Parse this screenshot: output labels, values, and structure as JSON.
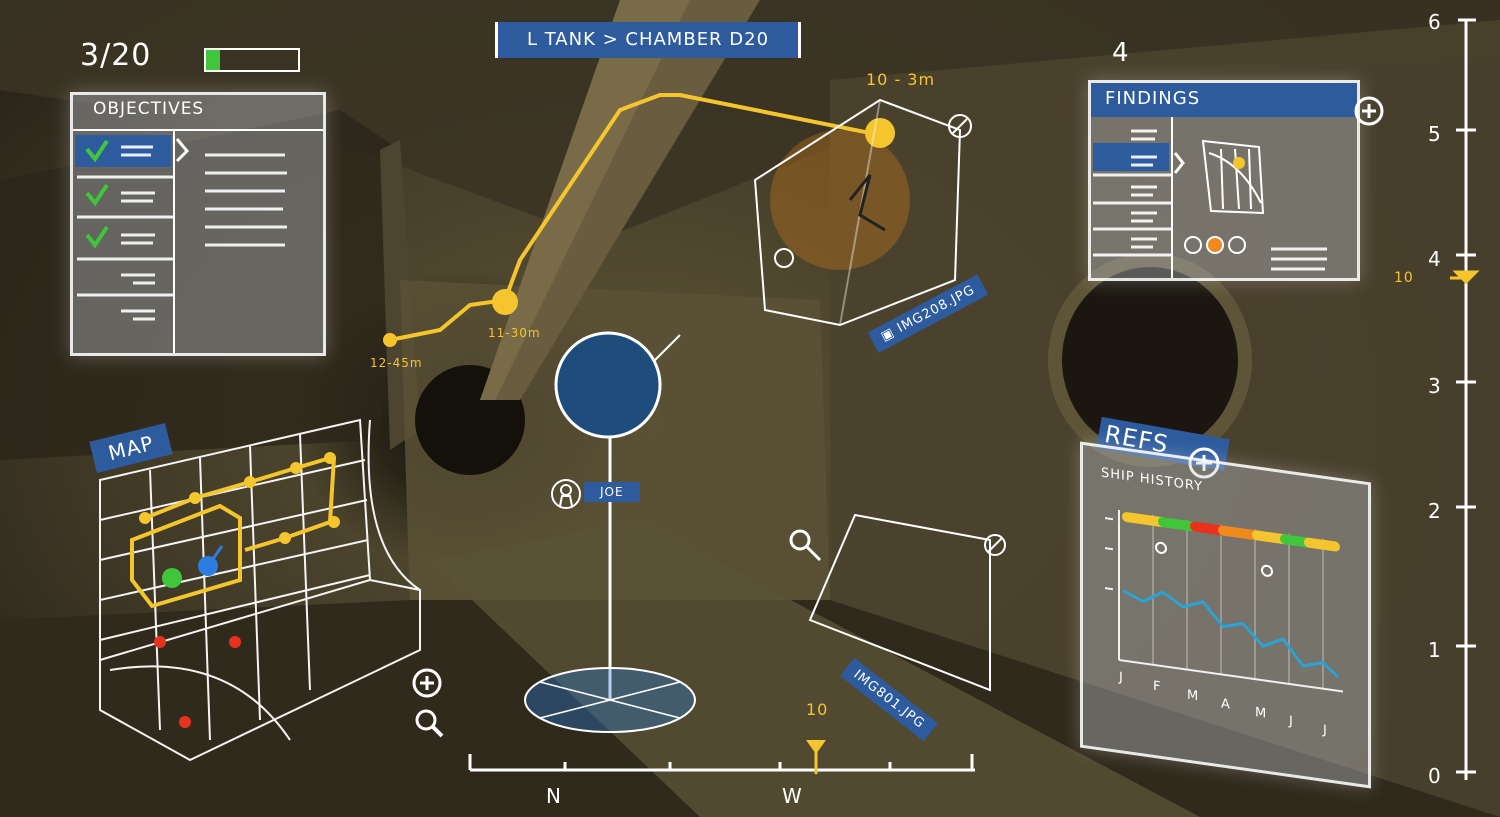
{
  "breadcrumb": {
    "text": "L TANK > CHAMBER  D20"
  },
  "progress": {
    "label": "3/20",
    "fraction": 0.15,
    "color": "#3fc63a"
  },
  "objectives": {
    "title": "OBJECTIVES",
    "checked": [
      true,
      true,
      true,
      false,
      false
    ]
  },
  "findings": {
    "title": "FINDINGS",
    "count": "4"
  },
  "map": {
    "label": "MAP"
  },
  "refs": {
    "label": "REFS",
    "chart_title": "SHIP HISTORY",
    "months": [
      "J",
      "F",
      "M",
      "A",
      "M",
      "J",
      "J"
    ]
  },
  "path": {
    "labels": [
      "12-45m",
      "11-30m",
      "10 - 3m"
    ]
  },
  "player": {
    "name": "JOE"
  },
  "photos": {
    "top": "IMG208.JPG",
    "bottom": "IMG801.JPG"
  },
  "compass": {
    "labels": [
      "N",
      "W"
    ],
    "marker": "10"
  },
  "depth": {
    "ticks": [
      "6",
      "5",
      "4",
      "3",
      "2",
      "1",
      "0"
    ],
    "marker": "10"
  },
  "colors": {
    "accent_yellow": "#f5c52e",
    "tag_blue": "#2d5b9e",
    "sphere_blue": "#1e4d7c"
  },
  "icons": [
    "check-icon",
    "plus-icon",
    "search-icon",
    "close-icon",
    "camera-icon",
    "person-icon"
  ]
}
